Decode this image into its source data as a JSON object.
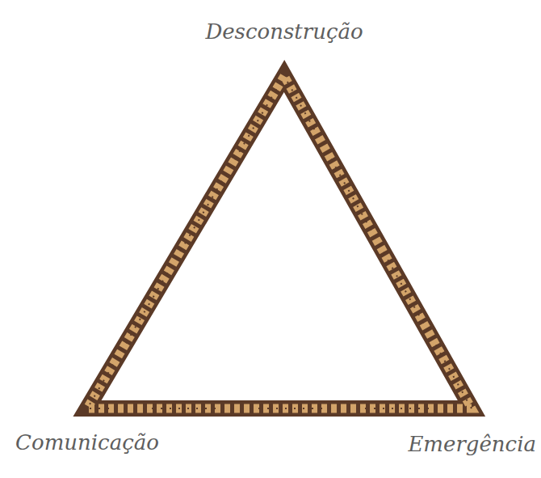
{
  "diagram": {
    "labels": [
      "Desconstrução",
      "Comunicação",
      "Emergência"
    ]
  }
}
